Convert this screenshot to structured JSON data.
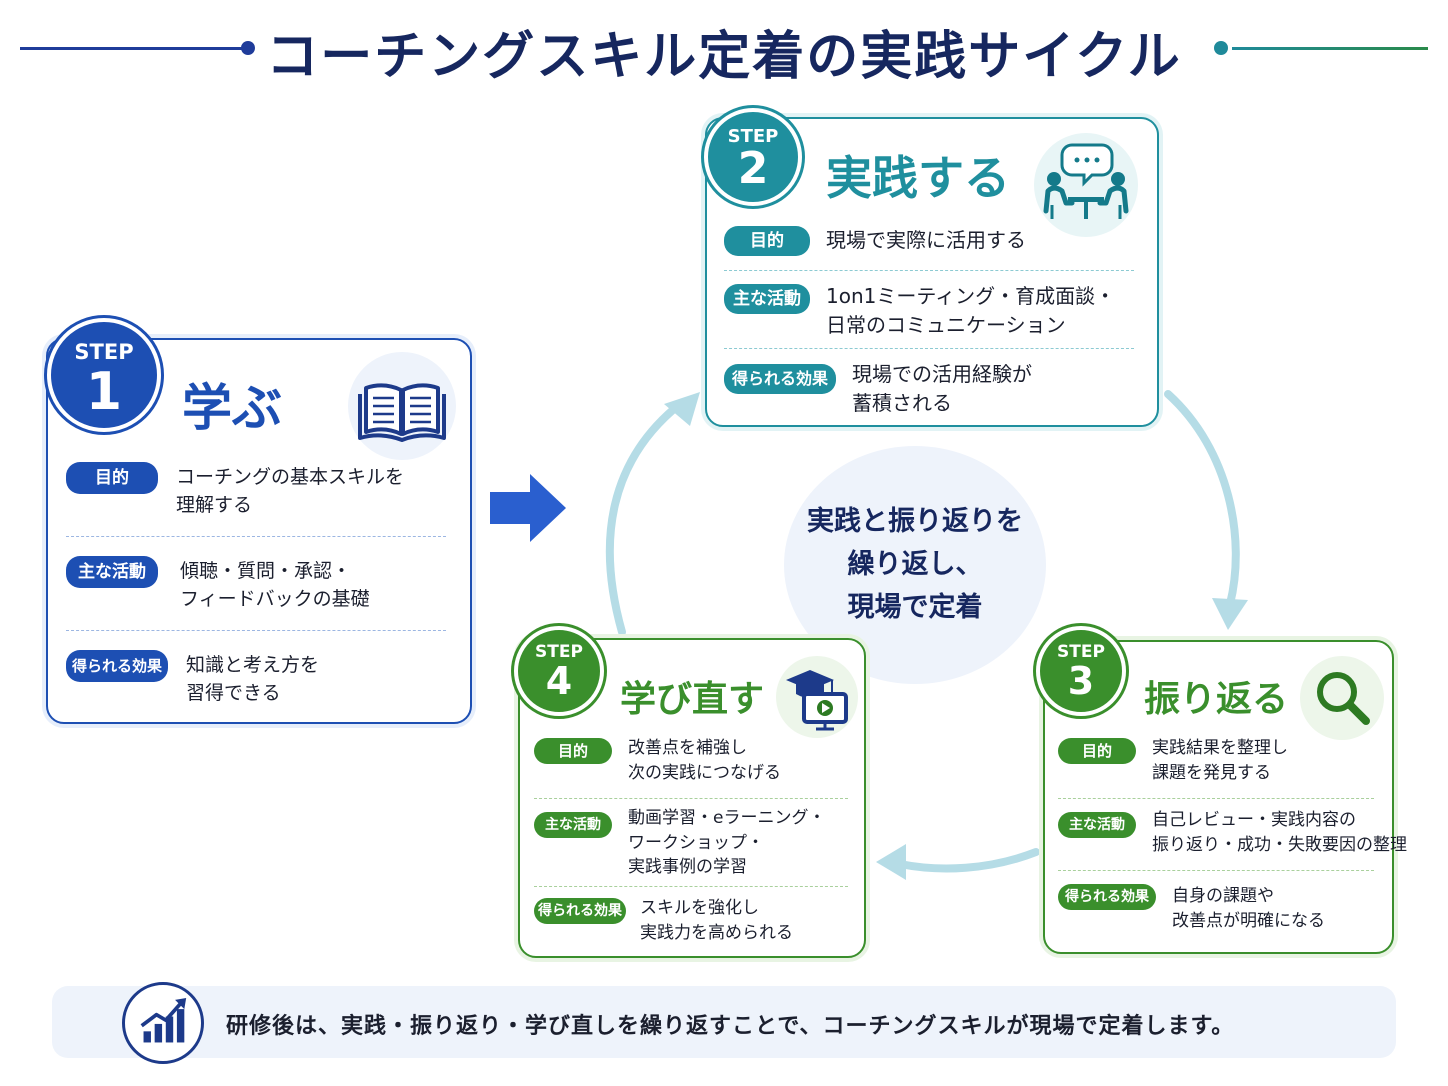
{
  "title": "コーチングスキル定着の実践サイクル",
  "center_text": [
    "実践と振り返りを",
    "繰り返し、",
    "現場で定着"
  ],
  "footer_text": "研修後は、実践・振り返り・学び直しを繰り返すことで、コーチングスキルが現場で定着します。",
  "colors": {
    "step1": "#1d4fb3",
    "step2": "#1f8f9e",
    "step3": "#3a8f2c",
    "step4": "#3a8f2c",
    "title": "#16275f"
  },
  "steps": [
    {
      "step_label": "STEP",
      "number": "1",
      "title": "学ぶ",
      "icon": "open-book-icon",
      "purpose_label": "目的",
      "purpose": [
        "コーチングの基本スキルを",
        "理解する"
      ],
      "activity_label": "主な活動",
      "activity": [
        "傾聴・質問・承認・",
        "フィードバックの基礎"
      ],
      "effect_label": "得られる効果",
      "effect": [
        "知識と考え方を",
        "習得できる"
      ]
    },
    {
      "step_label": "STEP",
      "number": "2",
      "title": "実践する",
      "icon": "conversation-icon",
      "purpose_label": "目的",
      "purpose": [
        "現場で実際に活用する"
      ],
      "activity_label": "主な活動",
      "activity": [
        "1on1ミーティング・育成面談・",
        "日常のコミュニケーション"
      ],
      "effect_label": "得られる効果",
      "effect": [
        "現場での活用経験が",
        "蓄積される"
      ]
    },
    {
      "step_label": "STEP",
      "number": "3",
      "title": "振り返る",
      "icon": "magnifier-icon",
      "purpose_label": "目的",
      "purpose": [
        "実践結果を整理し",
        "課題を発見する"
      ],
      "activity_label": "主な活動",
      "activity": [
        "自己レビュー・実践内容の",
        "振り返り・成功・失敗要因の整理"
      ],
      "effect_label": "得られる効果",
      "effect": [
        "自身の課題や",
        "改善点が明確になる"
      ]
    },
    {
      "step_label": "STEP",
      "number": "4",
      "title": "学び直す",
      "icon": "graduation-video-icon",
      "purpose_label": "目的",
      "purpose": [
        "改善点を補強し",
        "次の実践につなげる"
      ],
      "activity_label": "主な活動",
      "activity": [
        "動画学習・eラーニング・",
        "ワークショップ・",
        "実践事例の学習"
      ],
      "effect_label": "得られる効果",
      "effect": [
        "スキルを強化し",
        "実践力を高められる"
      ]
    }
  ]
}
